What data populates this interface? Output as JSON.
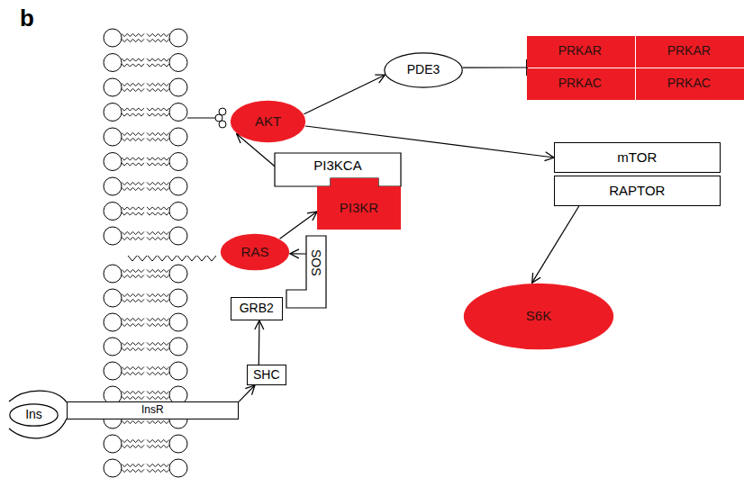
{
  "diagram": {
    "nodes": [
      {
        "text": [
          "AKT"
        ]
      },
      {
        "text": [
          "PI3KCA"
        ]
      },
      {
        "text": [
          "PI3KR"
        ]
      },
      {
        "text": [
          "RAS"
        ]
      },
      {
        "text": [
          "SOS"
        ]
      },
      {
        "text": [
          "GRB2"
        ]
      },
      {
        "text": [
          "SHC"
        ]
      },
      {
        "text": [
          "Ins"
        ]
      },
      {
        "text": [
          "InsR"
        ]
      },
      {
        "text": [
          "PDE3"
        ]
      },
      {
        "text": [
          "PRKAR"
        ]
      },
      {
        "text": [
          "PRKAR"
        ]
      },
      {
        "text": [
          "PRKAC"
        ]
      },
      {
        "text": [
          "PRKAC"
        ]
      },
      {
        "text": [
          "mTOR"
        ]
      },
      {
        "text": [
          "RAPTOR"
        ]
      },
      {
        "text": [
          "S6K"
        ]
      }
    ],
    "edges": [
      {
        "from": 0,
        "to": 9,
        "arrow": "to"
      },
      {
        "from": 9,
        "to": 10,
        "arrow": "to"
      },
      {
        "from": 0,
        "to": 14,
        "arrow": "to"
      },
      {
        "from": 15,
        "to": 16,
        "arrow": "to"
      },
      {
        "from": 1,
        "to": 0,
        "arrow": "to"
      },
      {
        "from": 3,
        "to": 2,
        "arrow": "to"
      },
      {
        "from": 4,
        "to": 3,
        "arrow": "to"
      },
      {
        "from": 6,
        "to": 5,
        "arrow": "to"
      },
      {
        "from": 8,
        "to": 6,
        "arrow": "to"
      }
    ],
    "labels": [
      "b"
    ]
  }
}
